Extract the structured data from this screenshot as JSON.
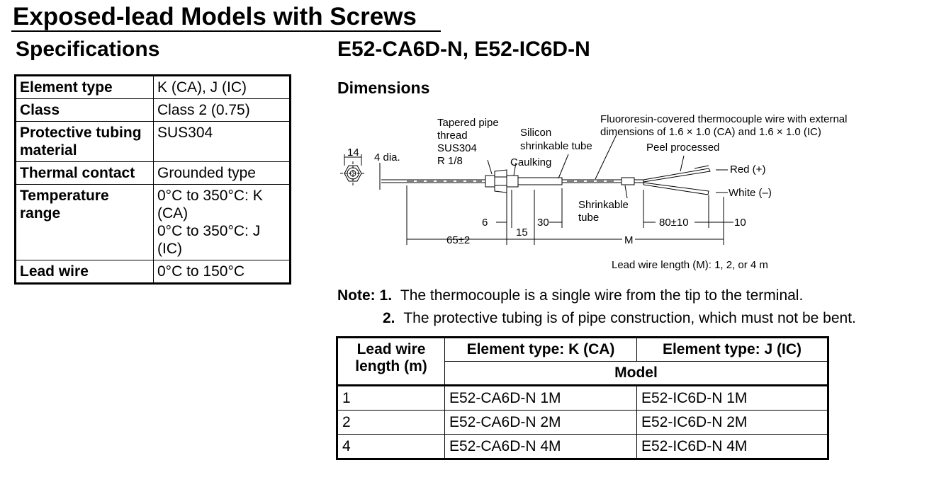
{
  "page": {
    "title": "Exposed-lead Models with Screws",
    "spec_heading": "Specifications",
    "model_heading": "E52-CA6D-N, E52-IC6D-N",
    "dimensions_heading": "Dimensions"
  },
  "specs": [
    {
      "label": "Element type",
      "value": "K (CA), J (IC)"
    },
    {
      "label": "Class",
      "value": "Class 2 (0.75)"
    },
    {
      "label": "Protective tubing material",
      "value": "SUS304"
    },
    {
      "label": "Thermal contact",
      "value": "Grounded type"
    },
    {
      "label": "Temperature range",
      "value": "0°C to 350°C: K (CA)",
      "value2": "0°C to 350°C: J (IC)"
    },
    {
      "label": "Lead wire",
      "value": "0°C to 150°C"
    }
  ],
  "diagram": {
    "tapered_1": "Tapered pipe",
    "tapered_2": "thread",
    "tapered_3": "SUS304",
    "tapered_4": "R 1/8",
    "silicon_1": "Silicon",
    "silicon_2": "shrinkable tube",
    "fluoro_1": "Fluororesin-covered thermocouple wire with external",
    "fluoro_2": "dimensions of 1.6 × 1.0 (CA) and 1.6 × 1.0 (IC)",
    "peel": "Peel processed",
    "dim_14": "14",
    "dia": "4 dia.",
    "caulking": "Caulking",
    "red": "Red (+)",
    "white": "White (–)",
    "shrink_1": "Shrinkable",
    "shrink_2": "tube",
    "d6": "6",
    "d30": "30",
    "d80": "80±10",
    "d10": "10",
    "d15": "15",
    "d65": "65±2",
    "dM": "M",
    "lead_length": "Lead wire length (M): 1, 2, or 4 m"
  },
  "notes": {
    "lead": "Note:",
    "items": [
      {
        "num": "1.",
        "text": "The thermocouple is a single wire from the tip to the terminal."
      },
      {
        "num": "2.",
        "text": "The protective tubing is of pipe construction, which must not be bent."
      }
    ]
  },
  "model_table": {
    "col1": "Lead wire length (m)",
    "col2": "Element type: K (CA)",
    "col3": "Element type: J (IC)",
    "model": "Model",
    "rows": [
      {
        "length": "1",
        "k": "E52-CA6D-N 1M",
        "j": "E52-IC6D-N 1M"
      },
      {
        "length": "2",
        "k": "E52-CA6D-N 2M",
        "j": "E52-IC6D-N 2M"
      },
      {
        "length": "4",
        "k": "E52-CA6D-N 4M",
        "j": "E52-IC6D-N 4M"
      }
    ]
  }
}
